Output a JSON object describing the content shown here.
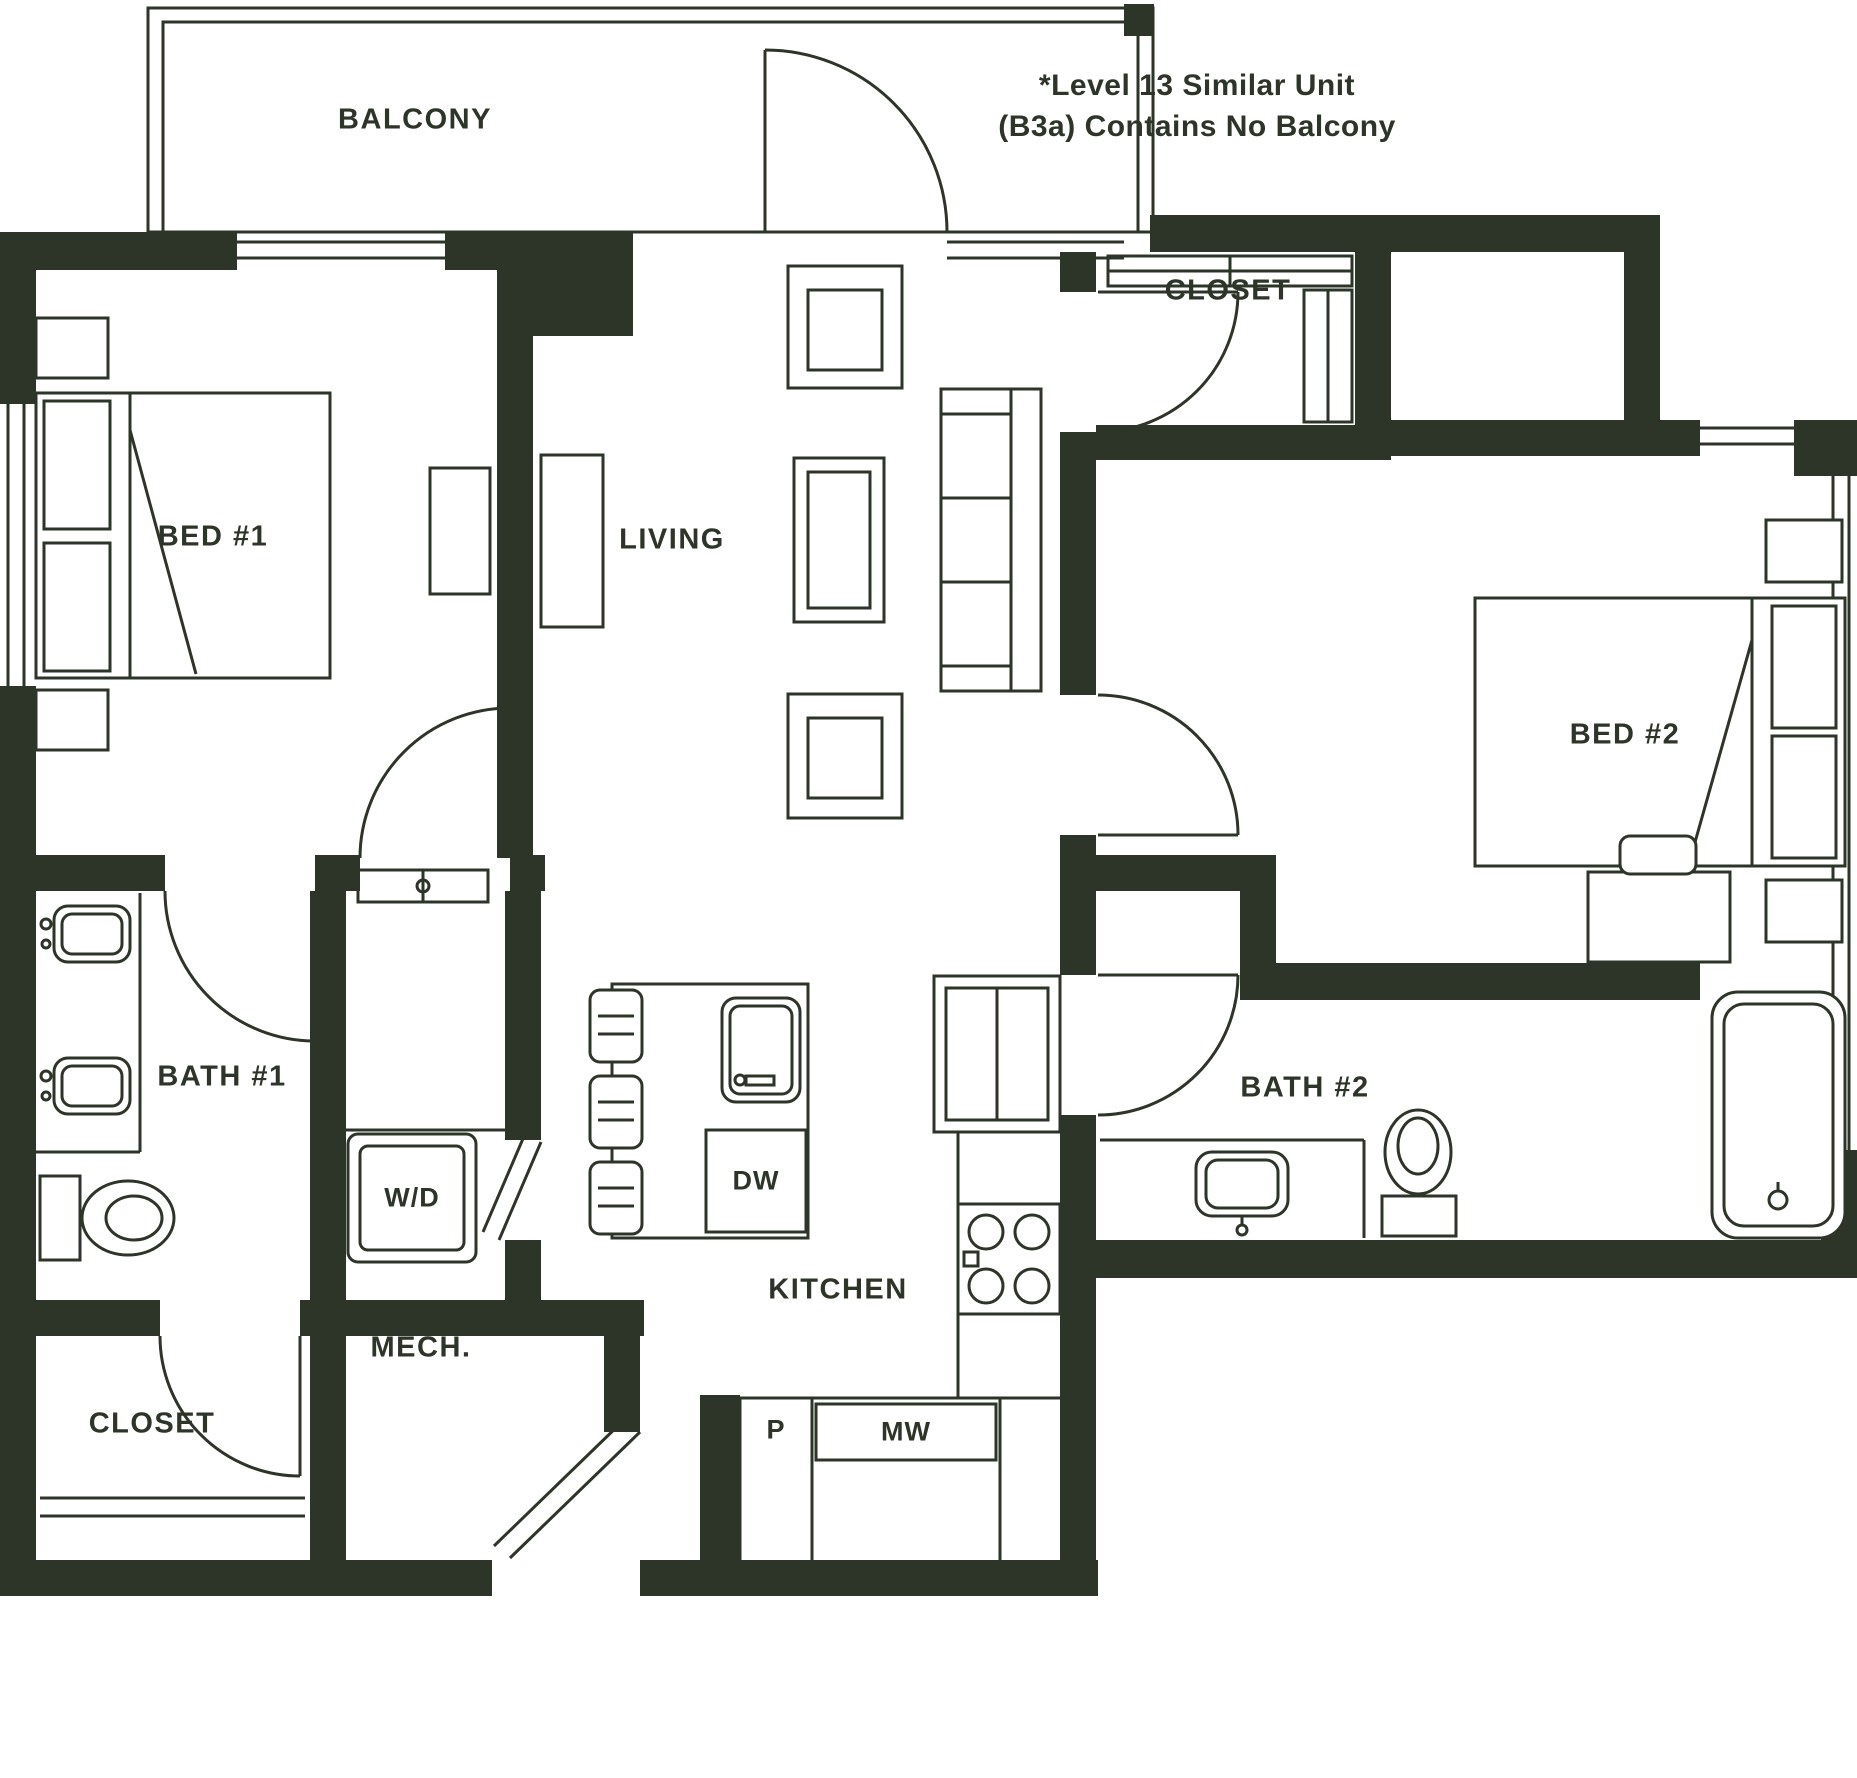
{
  "plan": {
    "note": {
      "line1": "*Level 13 Similar Unit",
      "line2": "(B3a) Contains No Balcony"
    },
    "rooms": {
      "balcony": "BALCONY",
      "bed1": "BED #1",
      "living": "LIVING",
      "closet_top": "CLOSET",
      "bed2": "BED #2",
      "bath1": "BATH #1",
      "bath2": "BATH #2",
      "kitchen": "KITCHEN",
      "mech": "MECH.",
      "closet_bottom": "CLOSET",
      "laundry": "W/D"
    },
    "appliances": {
      "dishwasher": "DW",
      "pantry": "P",
      "microwave": "MW"
    }
  },
  "colors": {
    "wall": "#2d3428",
    "background": "#ffffff"
  }
}
